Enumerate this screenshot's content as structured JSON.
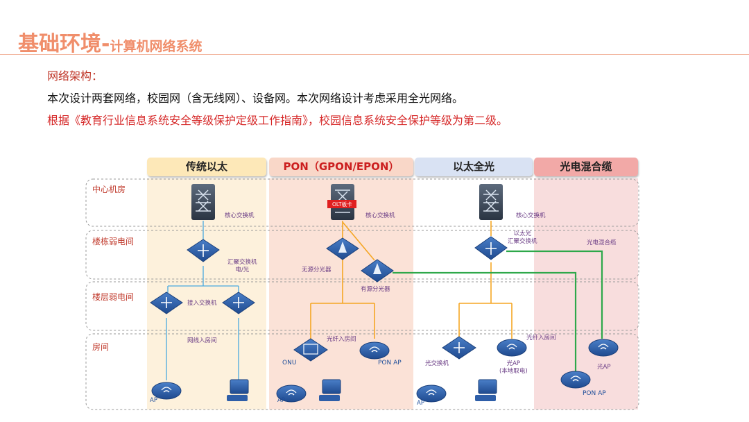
{
  "header": {
    "title_main": "基础环境-",
    "title_sub": "计算机网络系统"
  },
  "body_text": {
    "line1": "网络架构：",
    "line2": "本次设计两套网络，校园网（含无线网）、设备网。本次网络设计考虑采用全光网络。",
    "line3": "根据《教育行业信息系统安全等级保护定级工作指南》，校园信息系统安全保护等级为第二级。"
  },
  "diagram": {
    "columns": [
      {
        "label": "传统以太",
        "color": "#fde8b8"
      },
      {
        "label": "PON（GPON/EPON）",
        "color": "#f9d7c8"
      },
      {
        "label": "以太全光",
        "color": "#d9e2f3"
      },
      {
        "label": "光电混合缆",
        "color": "#f2a9a7"
      }
    ],
    "rows": [
      "中心机房",
      "楼栋弱电间",
      "楼层弱电间",
      "房间"
    ],
    "labels": {
      "core1": "核心交换机",
      "core2": "核心交换机",
      "core3": "核心交换机",
      "olt_card": "OLT板卡",
      "agg1": "汇聚交换机\n电/光",
      "agg3": "以太光\n汇聚交换机",
      "hybrid_cable": "光电混合缆",
      "passive_splitter": "无源分光器",
      "active_splitter": "有源分光器",
      "access": "接入交换机",
      "cable_to_room": "网线入房间",
      "fiber_to_room_pon": "光纤入房间",
      "fiber_to_room_eth": "光纤入房间",
      "onu": "ONU",
      "pon_ap1": "PON AP",
      "pon_ap2": "PON AP",
      "optical_switch": "光交换机",
      "optical_ap_local": "光AP\n(本地取电)",
      "optical_ap": "光AP",
      "ap1": "AP",
      "ap2": "AP",
      "ap3": "AP"
    },
    "colors": {
      "blue_link": "#4aa8e0",
      "orange_link": "#f5a623",
      "green_link": "#2ea84a",
      "device_blue": "#2e5ea8"
    }
  }
}
